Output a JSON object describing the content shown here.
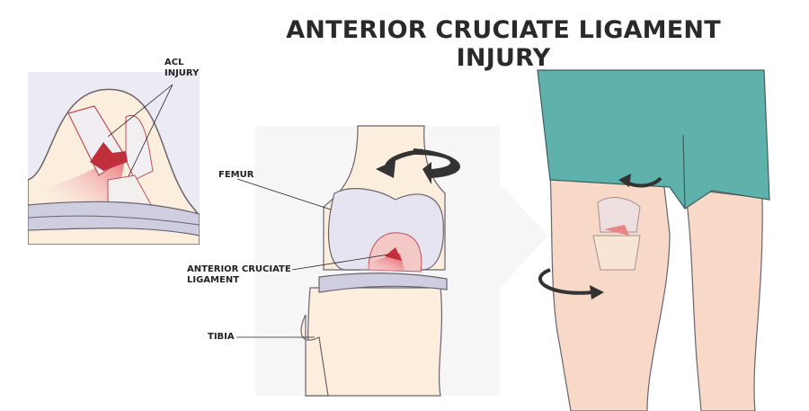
{
  "title": "ANTERIOR CRUCIATE LIGAMENT INJURY",
  "labels": {
    "acl_injury_line1": "ACL",
    "acl_injury_line2": "INJURY",
    "femur": "FEMUR",
    "acl_line1": "ANTERIOR CRUCIATE",
    "acl_line2": "LIGAMENT",
    "tibia": "TIBIA"
  },
  "colors": {
    "bone": "#fbeedd",
    "cartilage": "#e6e4f0",
    "ligament_injury": "#e0505a",
    "shorts": "#5fb1ab",
    "skin": "#f8d8c6",
    "arrow": "#333333"
  }
}
